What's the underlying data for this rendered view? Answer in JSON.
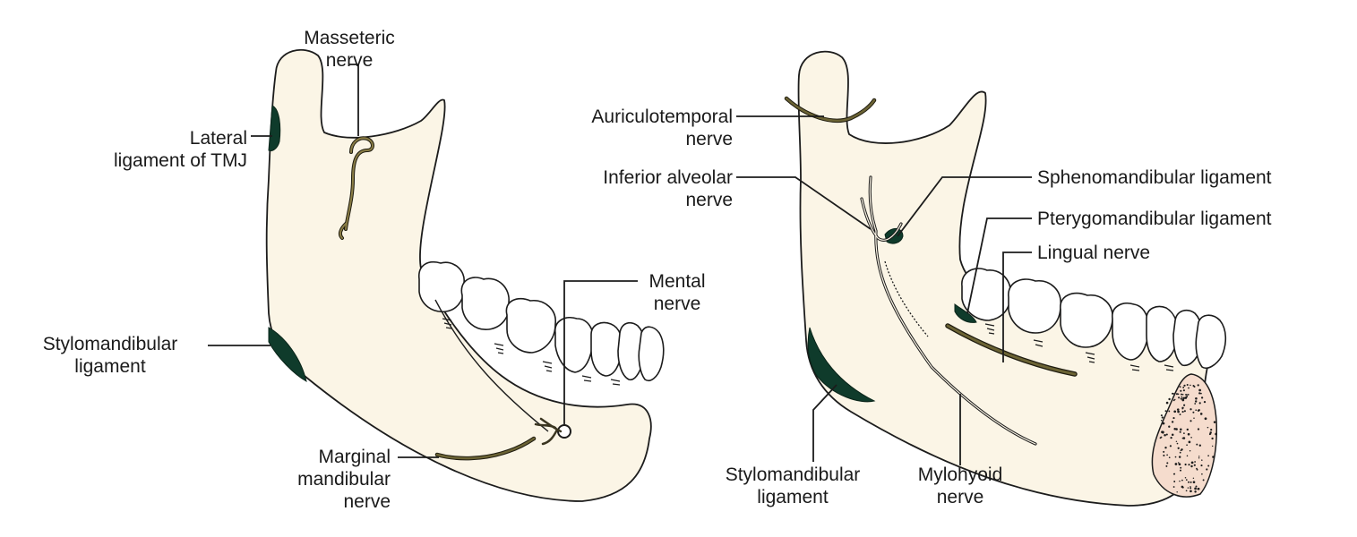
{
  "colors": {
    "bone_fill": "#fbf5e6",
    "outline": "#1c1c1c",
    "ligament": "#0f3b2b",
    "nerve": "#4a4428",
    "nerve_edge": "#1f1c10",
    "cancellous": "#f5dccd"
  },
  "left_mandible": {
    "labels": {
      "masseteric_nerve": [
        "Masseteric",
        "nerve"
      ],
      "lateral_ligament_tmj": [
        "Lateral",
        "ligament of TMJ"
      ],
      "stylomandibular_ligament": [
        "Stylomandibular",
        "ligament"
      ],
      "mental_nerve": [
        "Mental",
        "nerve"
      ],
      "marginal_mandibular_nerve": [
        "Marginal",
        "mandibular",
        "nerve"
      ]
    }
  },
  "right_mandible": {
    "labels": {
      "auriculotemporal_nerve": [
        "Auriculotemporal",
        "nerve"
      ],
      "inferior_alveolar_nerve": [
        "Inferior alveolar",
        "nerve"
      ],
      "sphenomandibular_ligament": [
        "Sphenomandibular ligament"
      ],
      "pterygomandibular_ligament": [
        "Pterygomandibular ligament"
      ],
      "lingual_nerve": [
        "Lingual nerve"
      ],
      "stylomandibular_ligament": [
        "Stylomandibular",
        "ligament"
      ],
      "mylohyoid_nerve": [
        "Mylohyoid",
        "nerve"
      ]
    }
  }
}
